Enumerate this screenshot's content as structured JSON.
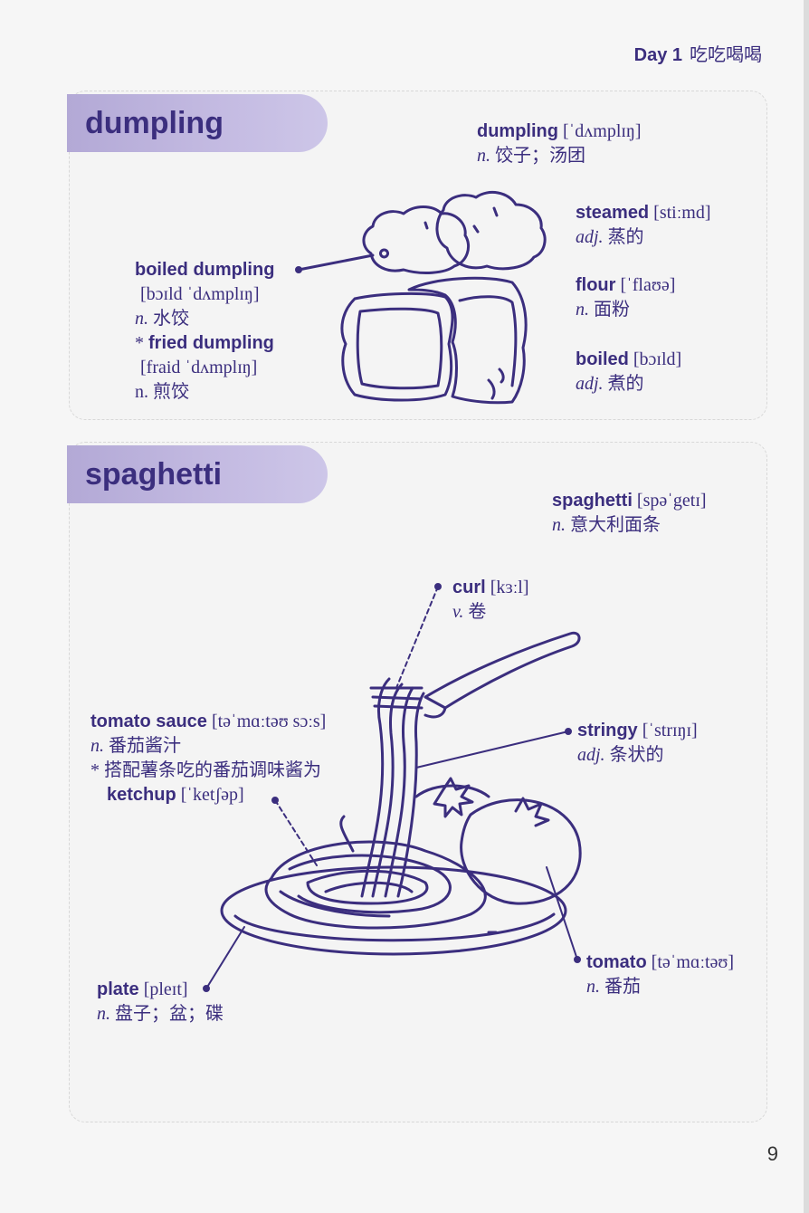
{
  "header": {
    "day": "Day 1",
    "title": "吃吃喝喝"
  },
  "page_number": "9",
  "section1": {
    "banner": "dumpling",
    "dumpling": {
      "word": "dumpling",
      "phon": "[ˈdʌmplɪŋ]",
      "pos": "n.",
      "def": "饺子；汤团"
    },
    "steamed": {
      "word": "steamed",
      "phon": "[stiːmd]",
      "pos": "adj.",
      "def": "蒸的"
    },
    "flour": {
      "word": "flour",
      "phon": "[ˈflaʊə]",
      "pos": "n.",
      "def": "面粉"
    },
    "boiled": {
      "word": "boiled",
      "phon": "[bɔɪld]",
      "pos": "adj.",
      "def": "煮的"
    },
    "boiled_dumpling": {
      "word": "boiled dumpling",
      "phon": "[bɔɪld ˈdʌmplɪŋ]",
      "pos": "n.",
      "def": "水饺"
    },
    "fried_dumpling": {
      "star": "*",
      "word": "fried dumpling",
      "phon": "[fraid ˈdʌmplɪŋ]",
      "pos": "n.",
      "def": "煎饺"
    }
  },
  "section2": {
    "banner": "spaghetti",
    "spaghetti": {
      "word": "spaghetti",
      "phon": "[spəˈgetɪ]",
      "pos": "n.",
      "def": "意大利面条"
    },
    "curl": {
      "word": "curl",
      "phon": "[kɜːl]",
      "pos": "v.",
      "def": "卷"
    },
    "stringy": {
      "word": "stringy",
      "phon": "[ˈstrɪŋɪ]",
      "pos": "adj.",
      "def": "条状的"
    },
    "tomato_sauce": {
      "word": "tomato sauce",
      "phon": "[təˈmɑːtəʊ sɔːs]",
      "pos": "n.",
      "def": "番茄酱汁",
      "note": "* 搭配薯条吃的番茄调味酱为",
      "ketchup": "ketchup",
      "ketchup_phon": "[ˈketʃəp]"
    },
    "plate": {
      "word": "plate",
      "phon": "[pleɪt]",
      "pos": "n.",
      "def": "盘子；盆；碟"
    },
    "tomato": {
      "word": "tomato",
      "phon": "[təˈmɑːtəʊ]",
      "pos": "n.",
      "def": "番茄"
    }
  },
  "colors": {
    "ink": "#3b2e7e",
    "banner": "#b3a9d6",
    "background": "#f6f6f6"
  },
  "icons": [
    "dumpling-illustration",
    "spaghetti-illustration"
  ]
}
